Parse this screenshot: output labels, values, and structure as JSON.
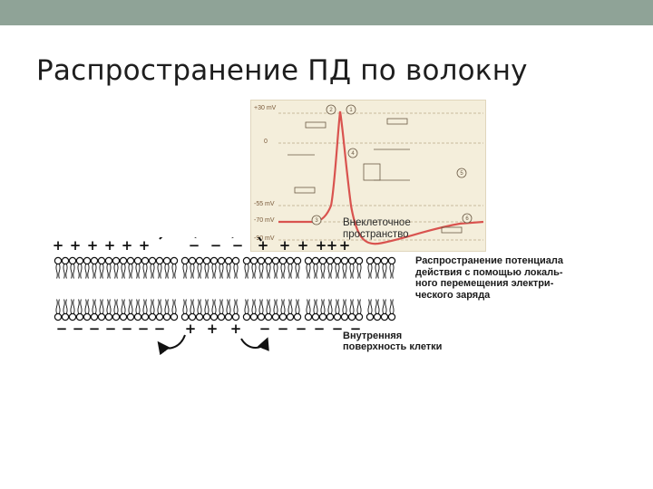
{
  "slide": {
    "title": "Распространение ПД по волокну"
  },
  "action_potential": {
    "y_labels": [
      "+30 mV",
      "0",
      "-55 mV",
      "-70 mV",
      "-90 mV"
    ],
    "step_markers": [
      "1",
      "2",
      "3",
      "4",
      "5",
      "6"
    ],
    "colors": {
      "curve": "#d9534f",
      "background": "#f4eedb"
    }
  },
  "membrane": {
    "outside_charges": [
      "+",
      "+",
      "+",
      "+",
      "+",
      "+",
      "−",
      "−",
      "−",
      "+",
      "+",
      "+",
      "+",
      "+",
      "+"
    ],
    "inside_charges": [
      "−",
      "−",
      "−",
      "−",
      "−",
      "−",
      "−",
      "+",
      "+",
      "+",
      "−",
      "−",
      "−",
      "−",
      "−",
      "−"
    ]
  },
  "labels": {
    "extracellular_line1": "Внеклеточное",
    "extracellular_line2": "пространство",
    "caption_line1": "Распространение потенциала",
    "caption_line2": "действия с помощью локаль-",
    "caption_line3": "ного перемещения электри-",
    "caption_line4": "ческого заряда",
    "inner_line1": "Внутренняя",
    "inner_line2": "поверхность клетки"
  }
}
